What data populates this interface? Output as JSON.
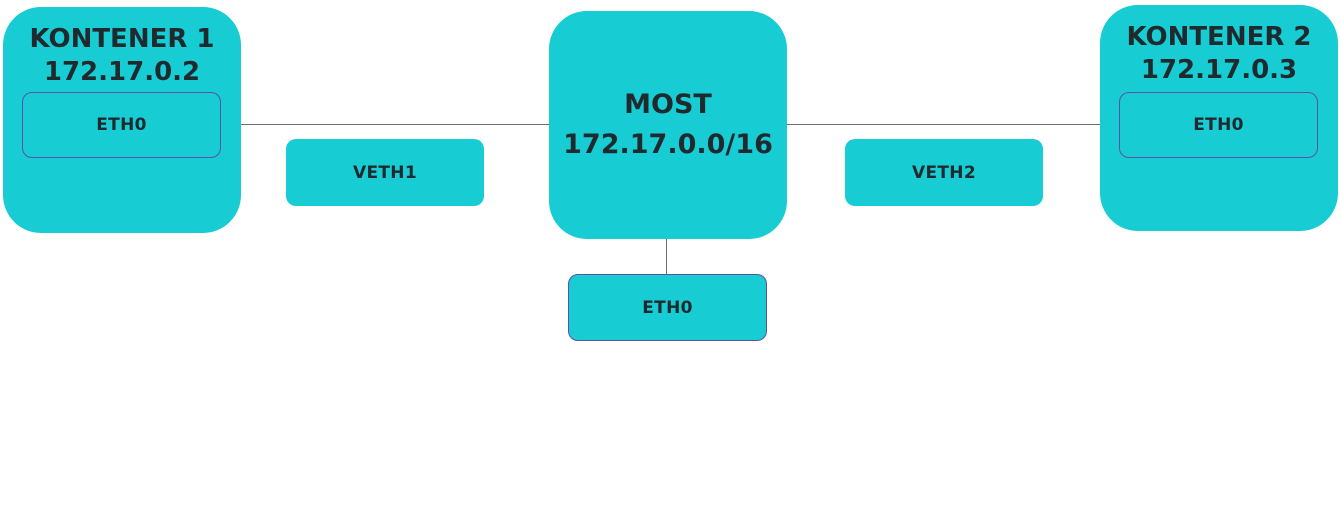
{
  "container1": {
    "name": "KONTENER 1",
    "ip": "172.17.0.2",
    "iface": "ETH0"
  },
  "container2": {
    "name": "KONTENER 2",
    "ip": "172.17.0.3",
    "iface": "ETH0"
  },
  "bridge": {
    "name": "MOST",
    "subnet": "172.17.0.0/16",
    "iface": "ETH0"
  },
  "links": {
    "veth1": "VETH1",
    "veth2": "VETH2"
  },
  "colors": {
    "node_fill": "#17ccd3",
    "outline": "#5b52a8",
    "wire": "#6b6b6b",
    "text": "#1f2a2e"
  }
}
